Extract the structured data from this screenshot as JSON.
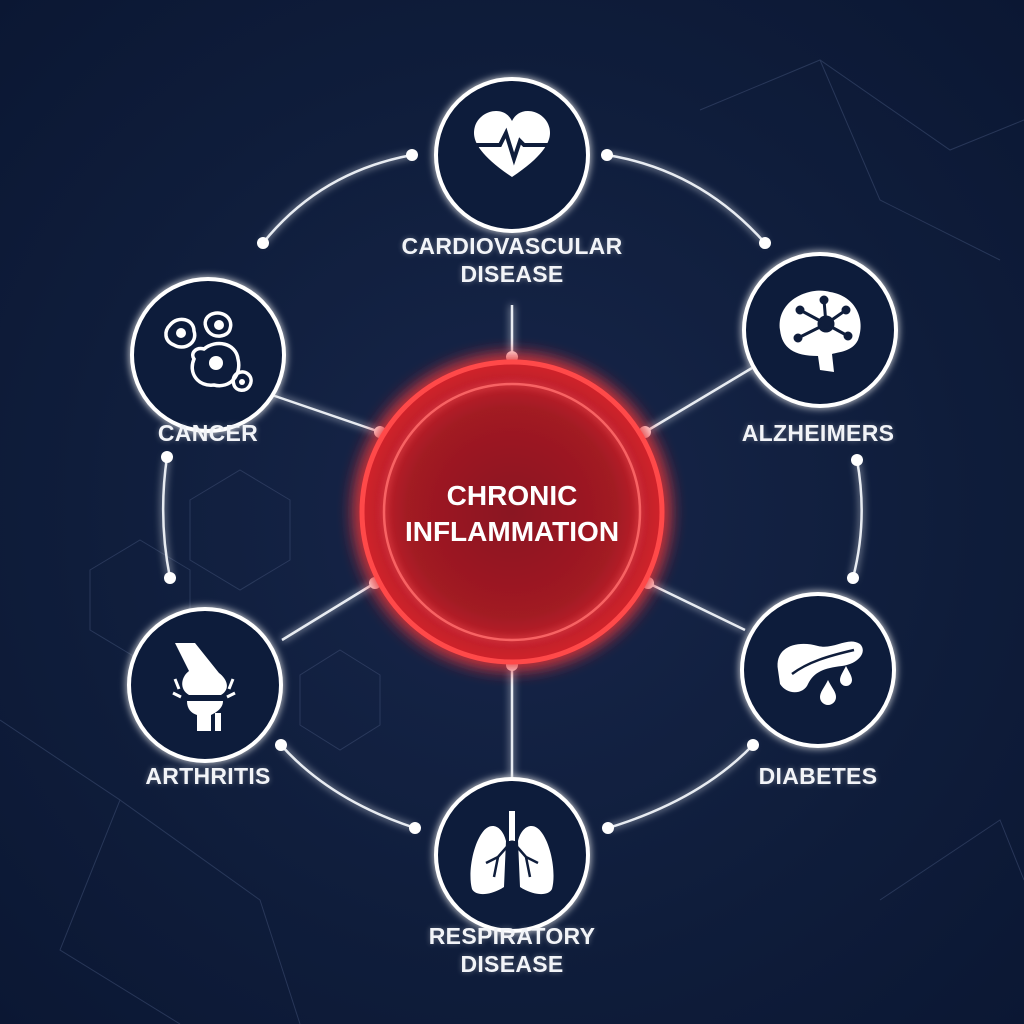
{
  "center": {
    "line1": "CHRONIC",
    "line2": "INFLAMMATION",
    "color": "#e0222b"
  },
  "nodes": [
    {
      "id": "cardiovascular",
      "icon": "heart-ecg-icon",
      "line1": "CARDIOVASCULAR",
      "line2": "DISEASE"
    },
    {
      "id": "alzheimers",
      "icon": "brain-network-icon",
      "line1": "ALZHEIMERS",
      "line2": ""
    },
    {
      "id": "diabetes",
      "icon": "pancreas-drop-icon",
      "line1": "DIABETES",
      "line2": ""
    },
    {
      "id": "respiratory",
      "icon": "lungs-icon",
      "line1": "RESPIRATORY",
      "line2": "DISEASE"
    },
    {
      "id": "arthritis",
      "icon": "knee-joint-icon",
      "line1": "ARTHRITIS",
      "line2": ""
    },
    {
      "id": "cancer",
      "icon": "cancer-cells-icon",
      "line1": "CANCER",
      "line2": ""
    }
  ],
  "colors": {
    "background": "#0f1d3b",
    "line": "#e8ecf2",
    "glow": "#ff3b3b"
  }
}
